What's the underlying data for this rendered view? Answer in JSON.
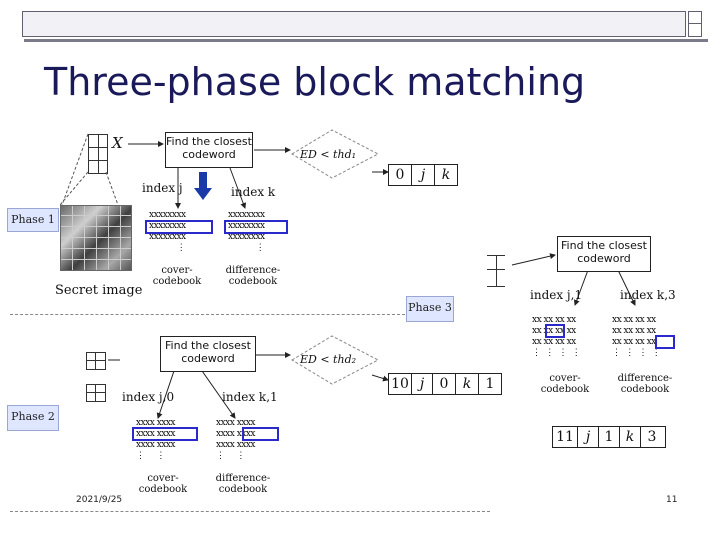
{
  "title": "Three-phase block matching",
  "phases": {
    "p1": "Phase 1",
    "p2": "Phase 2",
    "p3": "Phase 3"
  },
  "x_label": "X",
  "secret_image": "Secret image",
  "find1": "Find the closest codeword",
  "find2": "Find the closest codeword",
  "find3": "Find the closest codeword",
  "ed1": "ED < thd₁",
  "ed2": "ED < thd₂",
  "index_j": "index j",
  "index_k": "index k",
  "index_j0": "index j,0",
  "index_k1": "index k,1",
  "index_j1": "index j,1",
  "index_k3": "index k,3",
  "cover_codebook": "cover-codebook",
  "difference_codebook": "difference-codebook",
  "code8": "xxxxxxxx",
  "code4": "xxxx",
  "code2": "xx",
  "dots": "⋮",
  "reg1": [
    "0",
    "j",
    "k"
  ],
  "reg2": [
    "10",
    "j",
    "0",
    "k",
    "1"
  ],
  "reg3": [
    "11",
    "j",
    "1",
    "k",
    "3"
  ],
  "date": "2021/9/25",
  "page": "11"
}
